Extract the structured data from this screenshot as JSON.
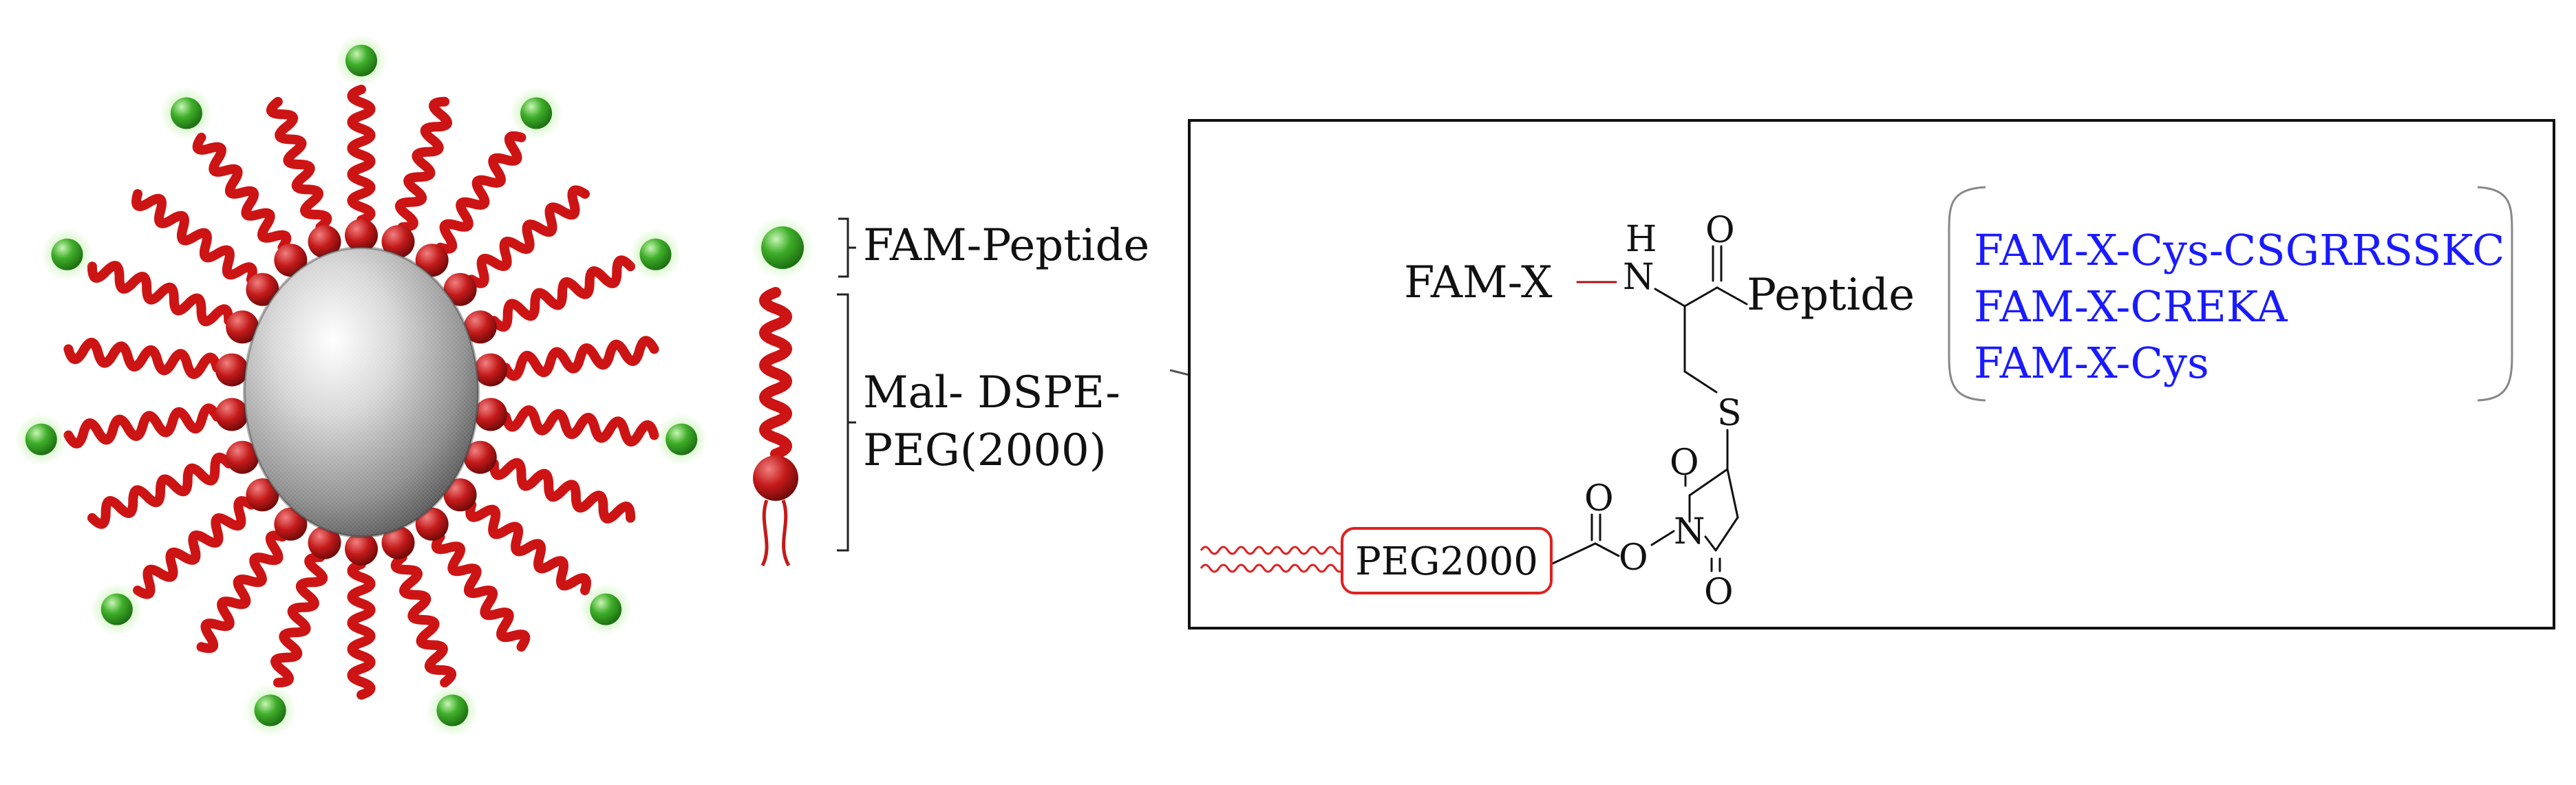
{
  "legend": {
    "fam_peptide": "FAM-Peptide",
    "mal_line1": "Mal- DSPE-",
    "mal_line2": "PEG(2000)"
  },
  "structure": {
    "fam_x": "FAM-X",
    "nh_h": "H",
    "nh_n": "N",
    "carbonyl_o": "O",
    "peptide": "Peptide",
    "sulfur": "S",
    "imide_o_top": "O",
    "imide_n": "N",
    "imide_o_bottom": "O",
    "ester_o_carbonyl": "O",
    "ester_o_link": "O",
    "peg_box": "PEG2000"
  },
  "variants": {
    "color": "#1a1aff",
    "items": [
      "FAM-X-Cys-CSGRRSSKC",
      "FAM-X-CREKA",
      "FAM-X-Cys"
    ]
  },
  "colors": {
    "helix": "#cc1414",
    "bead": "#c41a1a",
    "dot": "#3fae2a",
    "dot_glow": "#b8f0a0",
    "core": "#9a9a9a",
    "peg_box_border": "#e02020",
    "bond_red": "#b01010"
  }
}
